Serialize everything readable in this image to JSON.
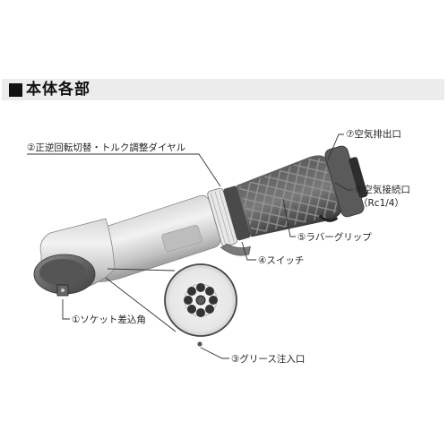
{
  "section": {
    "title": "本体各部"
  },
  "labels": {
    "p1": "①ソケット差込角",
    "p2": "②正逆回転切替・トルク調整ダイヤル",
    "p3": "③グリース注入口",
    "p4": "④スイッチ",
    "p5": "⑤ラバーグリップ",
    "p6a": "⑥空気接続口",
    "p6b": "（Rc1/4）",
    "p7": "⑦空気排出口"
  },
  "icons": {
    "socket": "square-drive-socket-icon",
    "grease": "grease-port-icon"
  }
}
